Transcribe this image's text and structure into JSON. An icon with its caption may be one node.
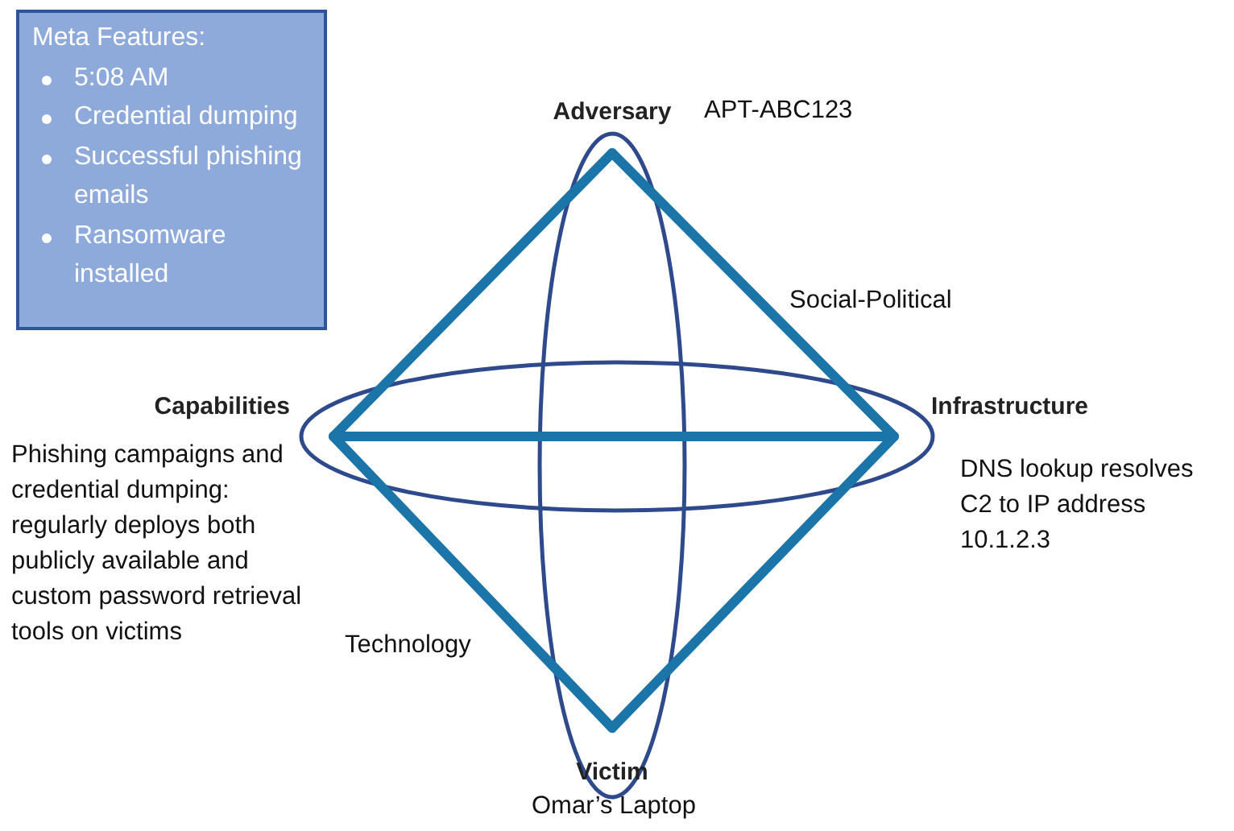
{
  "diagram": {
    "nodes": [
      {
        "text": [
          "Meta Features:",
          "5:08 AM",
          "Credential dumping",
          "Successful phishing emails",
          "Ransomware installed"
        ]
      },
      {
        "text": [
          "Adversary"
        ],
        "beside": [
          "APT-ABC123"
        ]
      },
      {
        "text": [
          "Infrastructure"
        ],
        "beside": [
          "DNS lookup resolves C2 to IP address 10.1.2.3"
        ]
      },
      {
        "text": [
          "Victim"
        ],
        "beside": [
          "Omar’s Laptop"
        ]
      },
      {
        "text": [
          "Capabilities"
        ],
        "beside": [
          "Phishing campaigns and credential dumping: regularly deploys both publicly available and custom password retrieval tools on victims"
        ]
      }
    ],
    "edges": [
      {
        "from": 1,
        "to": 2,
        "arrow": "none"
      },
      {
        "from": 2,
        "to": 3,
        "arrow": "none"
      },
      {
        "from": 3,
        "to": 4,
        "arrow": "none"
      },
      {
        "from": 4,
        "to": 1,
        "arrow": "none"
      },
      {
        "from": 4,
        "to": 2,
        "arrow": "none"
      }
    ],
    "labels": [
      "Social-Political",
      "Technology"
    ]
  }
}
